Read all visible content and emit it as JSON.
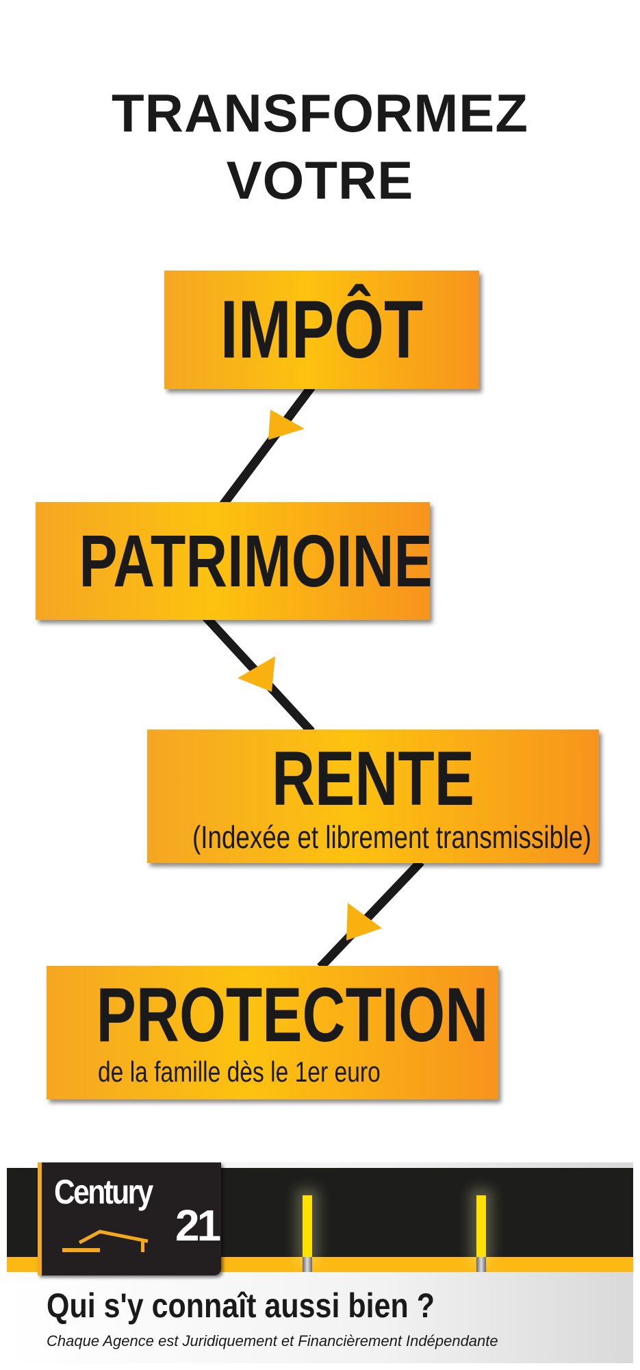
{
  "headline": {
    "line1": "TRANSFORMEZ",
    "line2": "VOTRE"
  },
  "steps": [
    {
      "title": "IMPÔT"
    },
    {
      "title": "PATRIMOINE"
    },
    {
      "title": "RENTE",
      "subtitle": "(Indexée et librement transmissible)"
    },
    {
      "title": "PROTECTION",
      "subtitle": "de la famille dès le 1er euro"
    }
  ],
  "footer": {
    "logo_text": "Century",
    "logo_number": "21",
    "slogan": "Qui s'y connaît aussi bien ?",
    "legal": "Chaque Agence est Juridiquement et Financièrement Indépendante"
  },
  "colors": {
    "box_orange": "#fdc20f",
    "band_black": "#1d1d1b",
    "stripe_yellow": "#fdb913"
  }
}
